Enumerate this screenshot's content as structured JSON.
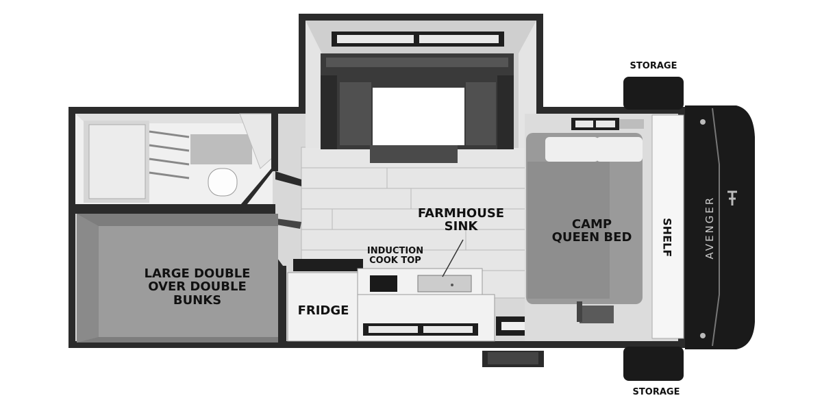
{
  "labels": {
    "storage_top": "STORAGE",
    "storage_bottom": "STORAGE",
    "bunks": [
      "LARGE DOUBLE",
      "OVER DOUBLE",
      "BUNKS"
    ],
    "farmhouse_sink": [
      "FARMHOUSE",
      "SINK"
    ],
    "induction": [
      "INDUCTION",
      "COOK TOP"
    ],
    "fridge": "FRIDGE",
    "camp_bed": [
      "CAMP",
      "QUEEN BED"
    ],
    "shelf": "SHELF",
    "brand": "AVENGER"
  },
  "colors": {
    "wall": "#2b2b2b",
    "floor": "#d8d8d8",
    "plank_light": "#e6e6e6",
    "sofa": "#3a3a3a",
    "cap": "#1a1a1a",
    "bed": "#9a9a9a",
    "counter": "#f2f2f2"
  }
}
